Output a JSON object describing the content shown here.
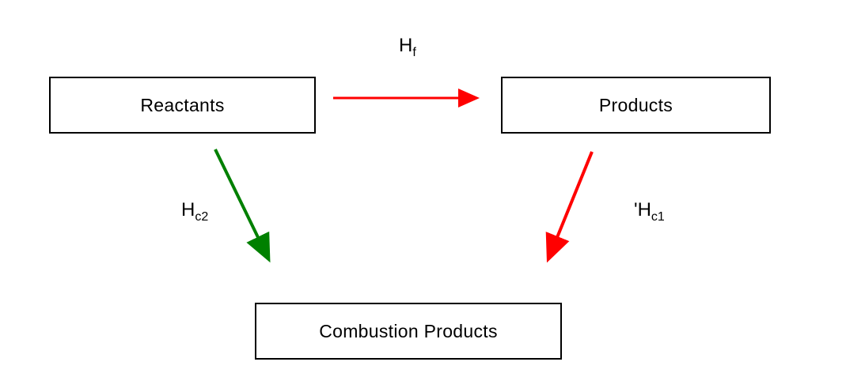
{
  "diagram": {
    "boxes": {
      "reactants": {
        "label": "Reactants"
      },
      "products": {
        "label": "Products"
      },
      "combustion_products": {
        "label": "Combustion Products"
      }
    },
    "labels": {
      "hf": {
        "main": "H",
        "sub": "f"
      },
      "hc2": {
        "main": "H",
        "sub": "c2"
      },
      "hc1": {
        "main": "'H",
        "sub": "c1"
      }
    },
    "colors": {
      "arrow_red": "#ff0000",
      "arrow_green": "#008000",
      "box_border": "#000000",
      "background": "#ffffff"
    }
  }
}
